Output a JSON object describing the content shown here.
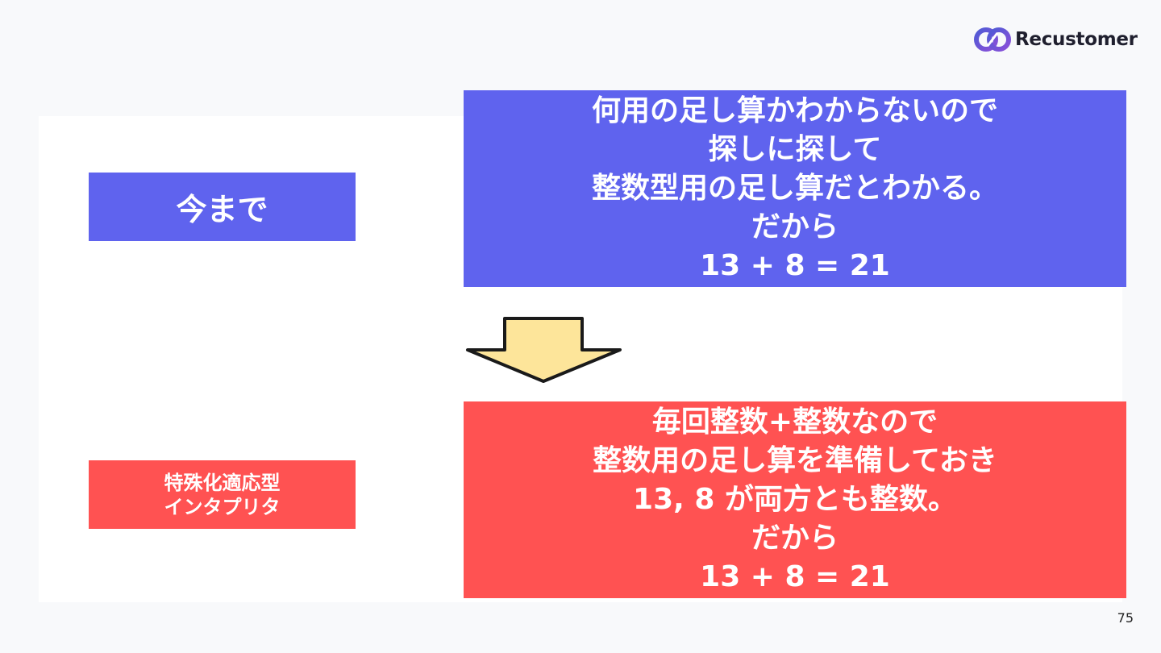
{
  "brand": {
    "name": "Recustomer",
    "logo_icon": "link-rings-icon"
  },
  "before": {
    "label": "今まで",
    "content": "何用の足し算かわからないので\n探しに探して\n整数型用の足し算だとわかる。\nだから\n13 + 8 = 21",
    "color": "#5f63ee"
  },
  "after": {
    "label": "特殊化適応型\nインタプリタ",
    "content": "毎回整数+整数なので\n整数用の足し算を準備しておき\n13, 8 が両方とも整数。\nだから\n13 + 8 = 21",
    "color": "#ff5252"
  },
  "arrow": {
    "icon": "down-arrow-icon",
    "fill": "#fde59a"
  },
  "page_number": "75"
}
